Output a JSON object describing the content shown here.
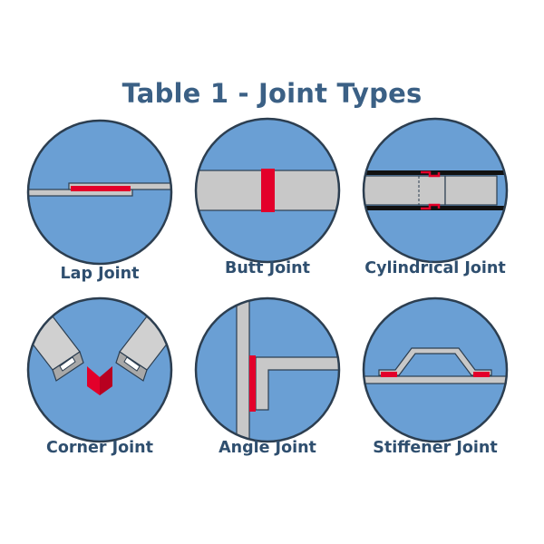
{
  "title": "Table 1 - Joint Types",
  "colors": {
    "circle_fill": "#6a9fd4",
    "circle_stroke": "#2c3e50",
    "metal": "#c8c8c8",
    "weld": "#e3002a",
    "title": "#3b6085",
    "label": "#2f4f6f"
  },
  "joints": [
    {
      "id": "lap",
      "label": "Lap Joint"
    },
    {
      "id": "butt",
      "label": "Butt Joint"
    },
    {
      "id": "cylindrical",
      "label": "Cylindrical Joint"
    },
    {
      "id": "corner",
      "label": "Corner Joint"
    },
    {
      "id": "angle",
      "label": "Angle Joint"
    },
    {
      "id": "stiffener",
      "label": "Stiffener Joint"
    }
  ]
}
